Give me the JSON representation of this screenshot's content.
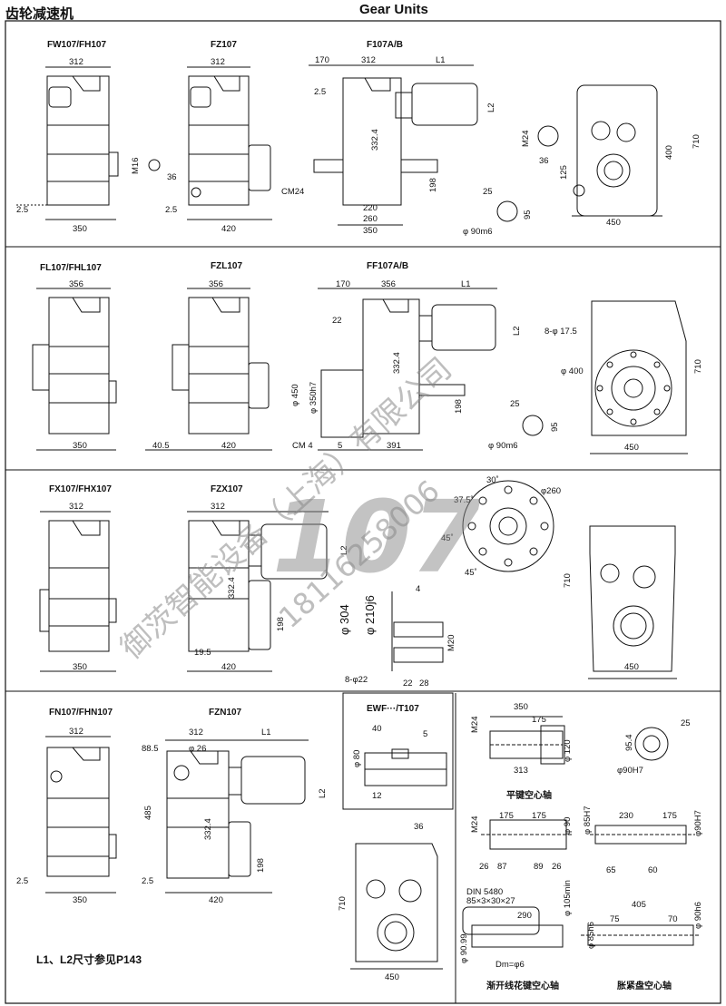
{
  "header": {
    "title_cn": "齿轮减速机",
    "title_en": "Gear Units"
  },
  "labels": {
    "fw": "FW107/FH107",
    "fz": "FZ107",
    "fab": "F107A/B",
    "fl": "FL107/FHL107",
    "fzl": "FZL107",
    "ffab": "FF107A/B",
    "fx": "FX107/FHX107",
    "fzx": "FZX107",
    "fn": "FN107/FHN107",
    "fzn": "FZN107",
    "ewf": "EWF···/T107"
  },
  "dims": {
    "d312": "312",
    "d350": "350",
    "d420": "420",
    "d2_5": "2.5",
    "d170": "170",
    "L1": "L1",
    "L2": "L2",
    "d332_4": "332.4",
    "d220": "220",
    "d260": "260",
    "d198": "198",
    "CM24": "CM24",
    "M16": "M16",
    "d36": "36",
    "M24": "M24",
    "d25": "25",
    "d95": "95",
    "phi90m6": "φ 90m6",
    "d710": "710",
    "d400": "400",
    "d125": "125",
    "d450": "450",
    "d356": "356",
    "d22": "22",
    "d40_5": "40.5",
    "d5": "5",
    "d391": "391",
    "phi450": "φ 450",
    "phi350h7": "φ 350h7",
    "eight_phi17_5": "8-φ 17.5",
    "phi400": "φ 400",
    "CM4": "CM 4",
    "d30deg": "30˚",
    "d37_5deg": "37.5˚",
    "phi260": "φ260",
    "d45deg": "45˚",
    "d45deg_b": "45˚",
    "phi304": "φ 304",
    "phi210j6": "φ 210j6",
    "d4": "4",
    "M20": "M20",
    "d19_5": "19.5",
    "eight_phi22": "8-φ22",
    "d22b": "22",
    "d28": "28",
    "d88_5": "88.5",
    "phi26": "φ 26",
    "d485": "485",
    "d40": "40",
    "phi80": "φ 80",
    "d12": "12",
    "d175": "175",
    "phi120": "φ 120",
    "d313": "313",
    "d95_4": "95.4",
    "phi90H7": "φ90H7",
    "phi90": "φ 90",
    "d26": "26",
    "d89": "89",
    "d87": "87",
    "phi85H7": "φ 85H7",
    "d230": "230",
    "d65": "65",
    "d60": "60",
    "din5480": "DIN 5480",
    "spline": "85×3×30×27",
    "phi105": "φ 105min",
    "d290": "290",
    "phi90_99": "φ 90.99",
    "dm": "Dm=φ6",
    "d405": "405",
    "d75": "75",
    "d70": "70",
    "phi90h6": "φ 90h6",
    "phi85h6": "φ 85h6"
  },
  "captions": {
    "flat_key": "平键空心轴",
    "spline_shaft": "渐开线花键空心轴",
    "shrink_disc": "胀紧盘空心轴"
  },
  "note": "L1、L2尺寸参见P143",
  "watermark": {
    "company": "御茨智能设备（上海）有限公司",
    "big": "107",
    "phone": "18116258006"
  }
}
